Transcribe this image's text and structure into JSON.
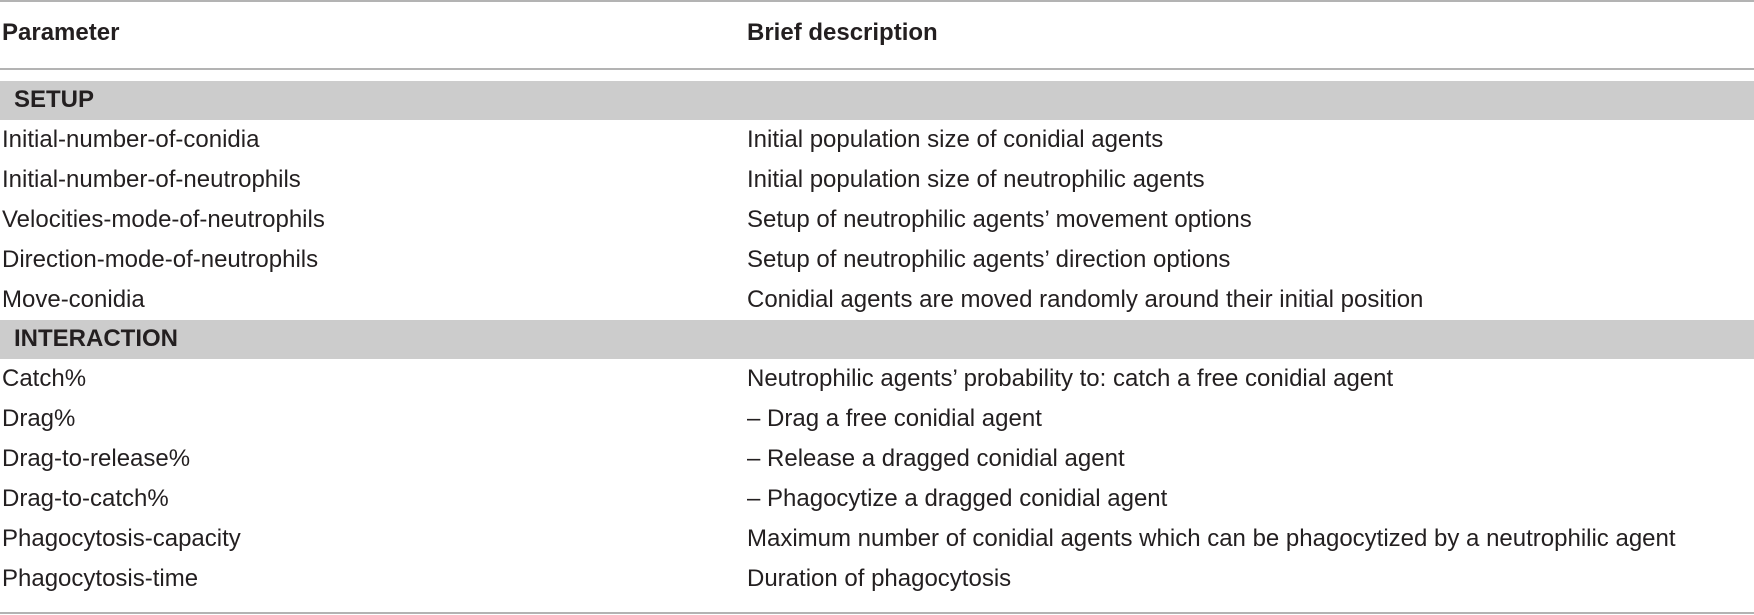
{
  "table": {
    "headers": {
      "parameter": "Parameter",
      "description": "Brief description"
    },
    "sections": [
      {
        "label": "SETUP",
        "rows": [
          {
            "parameter": "Initial-number-of-conidia",
            "description": "Initial population size of conidial agents"
          },
          {
            "parameter": "Initial-number-of-neutrophils",
            "description": "Initial population size of neutrophilic agents"
          },
          {
            "parameter": "Velocities-mode-of-neutrophils",
            "description": "Setup of neutrophilic agents’ movement options"
          },
          {
            "parameter": "Direction-mode-of-neutrophils",
            "description": "Setup of neutrophilic agents’ direction options"
          },
          {
            "parameter": "Move-conidia",
            "description": "Conidial agents are moved randomly around their initial position"
          }
        ]
      },
      {
        "label": "INTERACTION",
        "rows": [
          {
            "parameter": "Catch%",
            "description": "Neutrophilic agents’ probability to: catch a free conidial agent"
          },
          {
            "parameter": "Drag%",
            "description": "– Drag a free conidial agent"
          },
          {
            "parameter": "Drag-to-release%",
            "description": "– Release a dragged conidial agent"
          },
          {
            "parameter": "Drag-to-catch%",
            "description": "– Phagocytize a dragged conidial agent"
          },
          {
            "parameter": "Phagocytosis-capacity",
            "description": "Maximum number of conidial agents which can be phagocytized by a neutrophilic agent"
          },
          {
            "parameter": "Phagocytosis-time",
            "description": "Duration of phagocytosis"
          }
        ]
      }
    ]
  }
}
